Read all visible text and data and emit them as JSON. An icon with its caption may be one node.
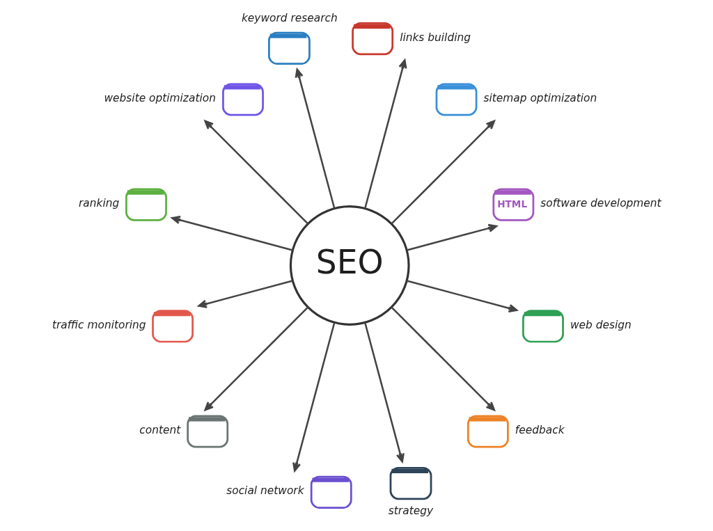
{
  "diagram": {
    "nodes": [
      {
        "text": [
          "keyword research"
        ]
      },
      {
        "text": [
          "website optimization"
        ]
      },
      {
        "text": [
          "links building"
        ]
      },
      {
        "text": [
          "ranking"
        ]
      },
      {
        "text": [
          "sitemap optimization"
        ]
      },
      {
        "text": [
          "traffic monitoring"
        ]
      },
      {
        "text": [
          "SEO"
        ]
      },
      {
        "text": [
          "HTML",
          "software development"
        ]
      },
      {
        "text": [
          "content"
        ]
      },
      {
        "text": [
          "web design"
        ]
      },
      {
        "text": [
          "social network"
        ]
      },
      {
        "text": [
          "feedback"
        ]
      },
      {
        "text": [
          "strategy"
        ]
      }
    ],
    "edges": [
      {
        "from": 6,
        "to": 0,
        "arrow": "to"
      },
      {
        "from": 6,
        "to": 2,
        "arrow": "to"
      },
      {
        "from": 6,
        "to": 4,
        "arrow": "to"
      },
      {
        "from": 6,
        "to": 7,
        "arrow": "to"
      },
      {
        "from": 6,
        "to": 9,
        "arrow": "to"
      },
      {
        "from": 6,
        "to": 11,
        "arrow": "to"
      },
      {
        "from": 6,
        "to": 12,
        "arrow": "to"
      },
      {
        "from": 6,
        "to": 10,
        "arrow": "to"
      },
      {
        "from": 6,
        "to": 8,
        "arrow": "to"
      },
      {
        "from": 6,
        "to": 5,
        "arrow": "to"
      },
      {
        "from": 6,
        "to": 3,
        "arrow": "to"
      },
      {
        "from": 6,
        "to": 1,
        "arrow": "to"
      }
    ]
  }
}
